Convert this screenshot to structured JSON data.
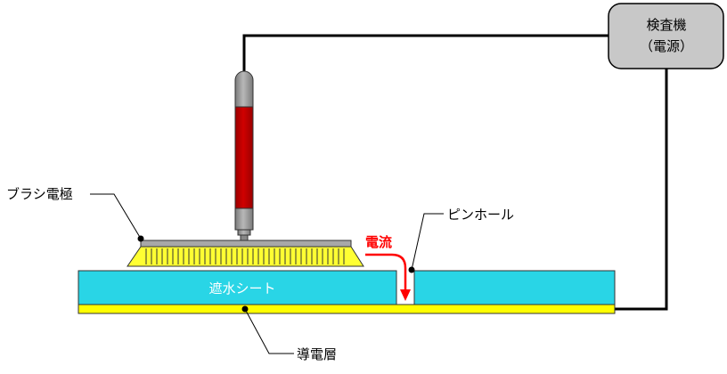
{
  "labels": {
    "inspector_line1": "検査機",
    "inspector_line2": "（電源）",
    "brush_electrode": "ブラシ電極",
    "pinhole": "ピンホール",
    "current": "電流",
    "waterproof_sheet": "遮水シート",
    "conductive_layer": "導電層"
  },
  "colors": {
    "sheet": "#29d5e6",
    "conductive": "#ffff00",
    "bristles": "#ffff33",
    "probe_red": "#c00000",
    "probe_gray": "#9a9a9a",
    "inspector_box": "#c8c8c8",
    "current_arrow": "#ff0000",
    "wire": "#000000"
  }
}
